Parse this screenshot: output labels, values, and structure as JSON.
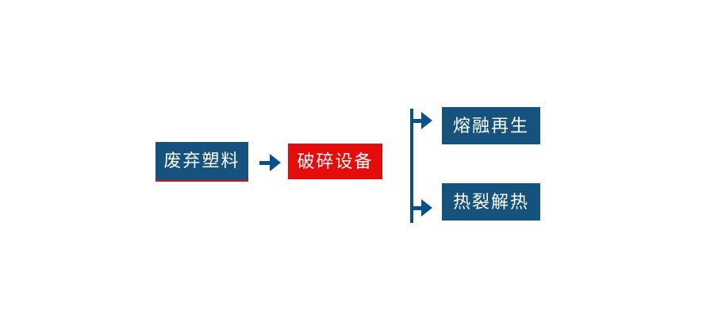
{
  "colors": {
    "background": "#FFFFFF",
    "node_blue": "#15527E",
    "node_red": "#E30D0C",
    "underline_red": "#E30D0C",
    "connector_blue": "#0A5189",
    "label_text": "#FFFFFF"
  },
  "diagram": {
    "nodes": {
      "waste_plastic": {
        "label": "废弃塑料"
      },
      "crushing_equipment": {
        "label": "破碎设备"
      },
      "melt_regeneration": {
        "label": "熔融再生"
      },
      "pyrolysis": {
        "label": "热裂解热"
      }
    }
  }
}
